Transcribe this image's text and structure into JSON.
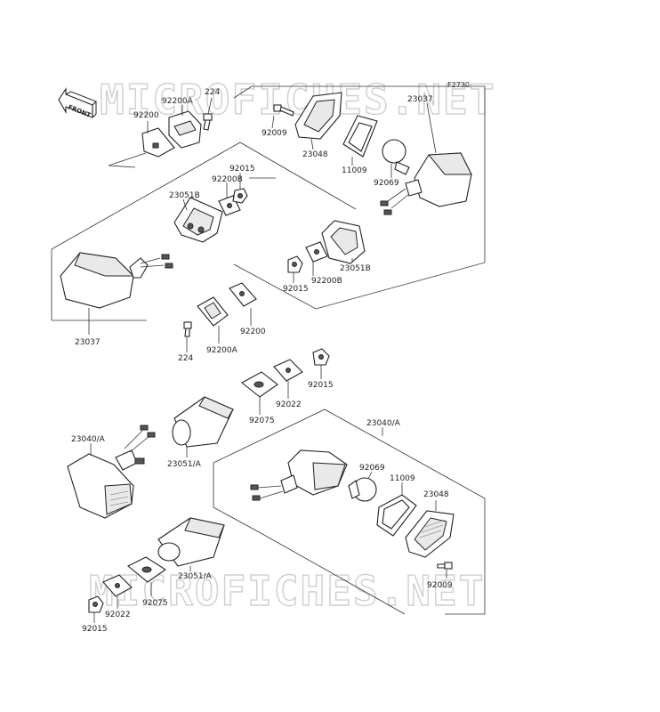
{
  "diagram_code": "F2730",
  "watermark": "MICROFICHES.NET",
  "front_label": "FRONT",
  "labels": {
    "l224_top": "224",
    "l92200A_top": "92200A",
    "l92200_top": "92200",
    "l92015_a": "92015",
    "l92200B_a": "92200B",
    "l23051B_a": "23051B",
    "l23037_left": "23037",
    "l92200_mid": "92200",
    "l224_mid": "224",
    "l92200A_mid": "92200A",
    "l23037_right": "23037",
    "l92009_top": "92009",
    "l23048_top": "23048",
    "l11009_top": "11009",
    "l92069_top": "92069",
    "l23051B_b": "23051B",
    "l92015_b": "92015",
    "l92200B_b": "92200B",
    "l92015_c": "92015",
    "l92022_mid": "92022",
    "l92075_mid": "92075",
    "l23040A_left": "23040/A",
    "l23051A_mid": "23051/A",
    "l23040A_right": "23040/A",
    "l92069_bot": "92069",
    "l11009_bot": "11009",
    "l23048_bot": "23048",
    "l92009_bot": "92009",
    "l23051A_bot": "23051/A",
    "l92075_bot": "92075",
    "l92022_bot": "92022",
    "l92015_bot": "92015"
  }
}
